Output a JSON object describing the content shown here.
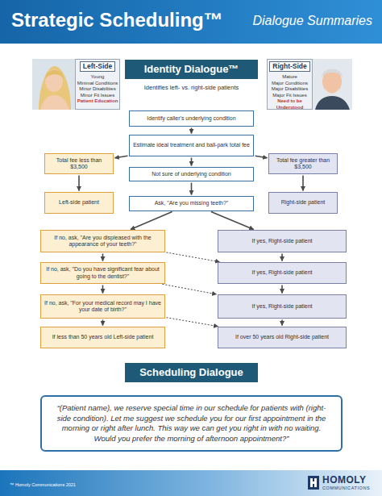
{
  "diagram": {
    "title": "Strategic Scheduling™",
    "nodes": [
      {
        "text": [
          "Left-Side",
          "Young",
          "Minimal Conditions",
          "Minor Disabilities",
          "Minor Fit Issues",
          "Patient Education"
        ]
      },
      {
        "text": [
          "Identity Dialogue™",
          "Identifies left- vs. right-side patients"
        ]
      },
      {
        "text": [
          "Right-Side",
          "Mature",
          "Major Conditions",
          "Major Disabilities",
          "Major Fit Issues",
          "Need to be Understood"
        ]
      },
      {
        "text": [
          "Identify caller's underlying condition"
        ]
      },
      {
        "text": [
          "Estimate ideal treatment and ball-park total fee"
        ]
      },
      {
        "text": [
          "Total fee less than $3,500"
        ]
      },
      {
        "text": [
          "Total fee greater than $3,500"
        ]
      },
      {
        "text": [
          "Not sure of underlying condition"
        ]
      },
      {
        "text": [
          "Left-side patient"
        ]
      },
      {
        "text": [
          "Right-side patient"
        ]
      },
      {
        "text": [
          "Ask, \"Are you missing teeth?\""
        ]
      },
      {
        "text": [
          "If no, ask, \"Are you displeased with the appearance of your teeth?\""
        ]
      },
      {
        "text": [
          "If yes, Right-side patient"
        ]
      },
      {
        "text": [
          "If no, ask, \"Do you have significant fear about going to the dentist?\""
        ]
      },
      {
        "text": [
          "If yes, Right-side patient"
        ]
      },
      {
        "text": [
          "If no, ask, \"For your medical record may I have your date of birth?\""
        ]
      },
      {
        "text": [
          "If yes, Right-side patient"
        ]
      },
      {
        "text": [
          "If less than 50 years old Left-side patient"
        ]
      },
      {
        "text": [
          "If over 50 years old Right-side patient"
        ]
      },
      {
        "text": [
          "Scheduling Dialogue"
        ]
      },
      {
        "text": [
          "“(Patient name), we reserve special time in our schedule for patients with (right-side condition). Let me suggest we schedule you for our first appointment in the morning or right after lunch. This way we can get you right in with no waiting. Would you prefer the morning of afternoon appointment?”"
        ]
      }
    ],
    "edges": [
      {
        "from": 3,
        "to": 4,
        "arrow": "to"
      },
      {
        "from": 4,
        "to": 5,
        "arrow": "to"
      },
      {
        "from": 4,
        "to": 6,
        "arrow": "to"
      },
      {
        "from": 4,
        "to": 7,
        "arrow": "to"
      },
      {
        "from": 5,
        "to": 8,
        "arrow": "to"
      },
      {
        "from": 6,
        "to": 9,
        "arrow": "to"
      },
      {
        "from": 7,
        "to": 10,
        "arrow": "to"
      },
      {
        "from": 10,
        "to": 11,
        "arrow": "to"
      },
      {
        "from": 10,
        "to": 12,
        "arrow": "to"
      },
      {
        "from": 11,
        "to": 13,
        "arrow": "to"
      },
      {
        "from": 11,
        "to": 14,
        "arrow": "to"
      },
      {
        "from": 12,
        "to": 14,
        "arrow": "to"
      },
      {
        "from": 13,
        "to": 15,
        "arrow": "to"
      },
      {
        "from": 13,
        "to": 16,
        "arrow": "to"
      },
      {
        "from": 14,
        "to": 16,
        "arrow": "to"
      },
      {
        "from": 15,
        "to": 17,
        "arrow": "to"
      },
      {
        "from": 15,
        "to": 18,
        "arrow": "to"
      },
      {
        "from": 16,
        "to": 18,
        "arrow": "to"
      }
    ],
    "labels": [
      "Dialogue Summaries",
      "™ Homoly Communications 2021",
      "HOMOLY",
      "COMMUNICATIONS"
    ]
  }
}
